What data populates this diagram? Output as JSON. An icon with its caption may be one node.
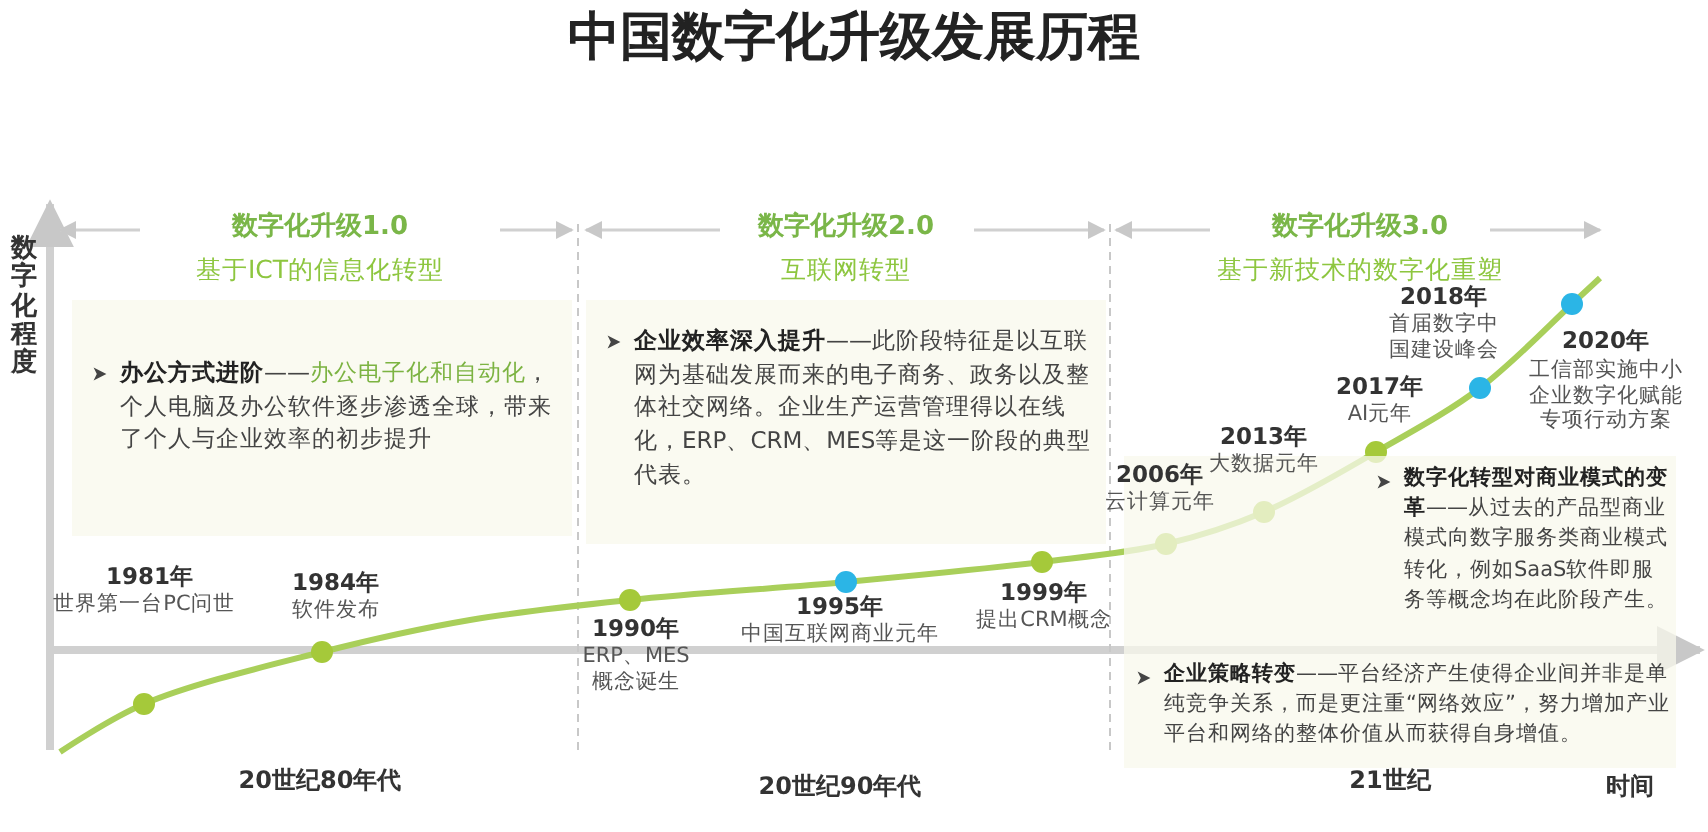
{
  "diagram": {
    "title": "中国数字化升级发展历程",
    "nodes": [
      {
        "text": [
          "**办公方式进阶**——*办公电子化和自动化*，个人电脑及办公软件逐步渗透全球，带来了个人与企业效率的初步提升"
        ]
      },
      {
        "text": [
          "**企业效率深入提升**——此阶段特征是以互联网为基础发展而来的电子商务、政务以及整体社交网络。企业生产运营管理得以在线化，ERP、CRM、MES等是这一阶段的典型代表。"
        ]
      },
      {
        "text": [
          "**数字化转型对商业模式的变革**——从过去的产品型商业模式向数字服务类商业模式转化，例如SaaS软件即服务等概念均在此阶段产生。",
          "**企业策略转变**——平台经济产生使得企业间并非是单纯竞争关系，而是更注重“网络效应”，努力增加产业平台和网络的整体价值从而获得自身增值。"
        ]
      }
    ],
    "labels": [
      "数字化程度",
      "数字化升级1.0",
      "基于ICT的信息化转型",
      "数字化升级2.0",
      "互联网转型",
      "数字化升级3.0",
      "基于新技术的数字化重塑",
      "2018年",
      "首届数字中国建设峰会",
      "2020年",
      "工信部实施中小企业数字化赋能专项行动方案",
      "2017年",
      "AI元年",
      "2013年",
      "大数据元年",
      "2006年",
      "云计算元年",
      "1981年",
      "世界第一台PC问世",
      "1984年",
      "软件发布",
      "1990年",
      "ERP、MES概念诞生",
      "1995年",
      "中国互联网商业元年",
      "1999年",
      "提出CRM概念",
      "20世纪80年代",
      "20世纪90年代",
      "21世纪",
      "时间"
    ]
  }
}
